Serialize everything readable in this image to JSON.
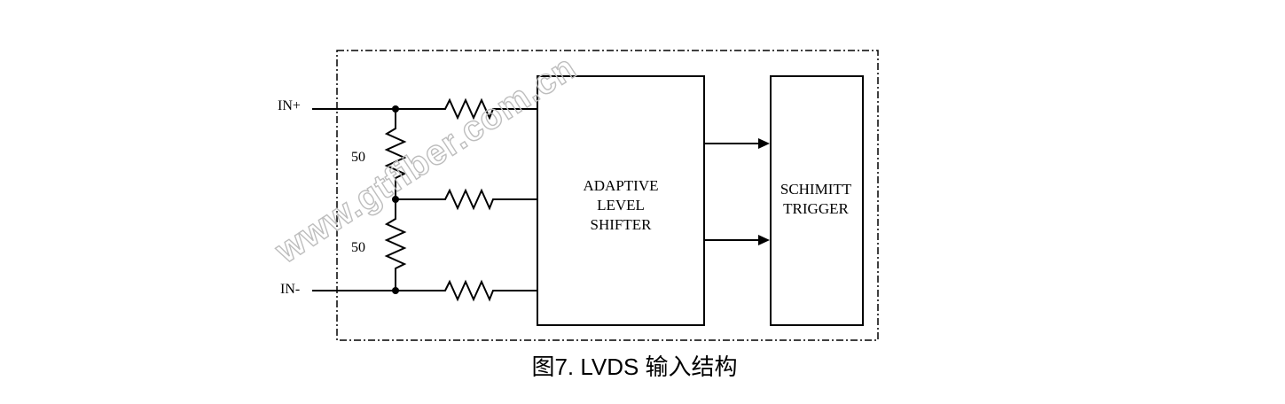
{
  "diagram": {
    "inputs": {
      "pos": "IN+",
      "neg": "IN-"
    },
    "resistors": {
      "upper_value": "50",
      "lower_value": "50"
    },
    "blocks": {
      "shifter": [
        "ADAPTIVE",
        "LEVEL",
        "SHIFTER"
      ],
      "trigger": [
        "SCHIMITT",
        "TRIGGER"
      ]
    },
    "watermark": "www.gtfiber.com.cn"
  },
  "caption": "图7. LVDS 输入结构"
}
